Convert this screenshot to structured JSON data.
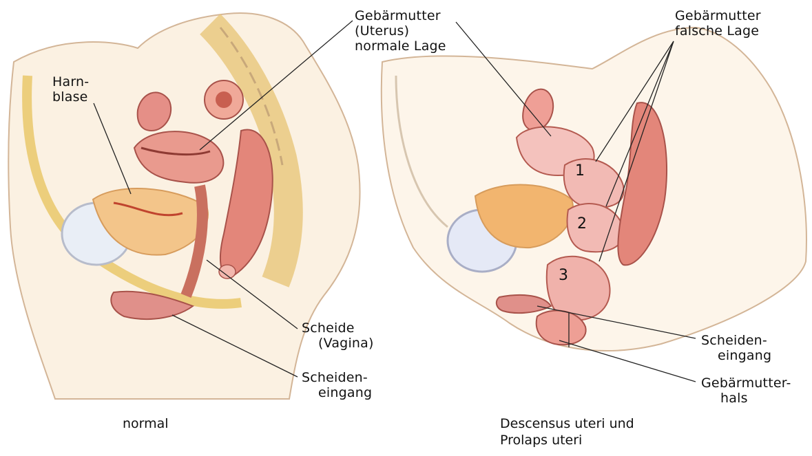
{
  "left_panel": {
    "caption": "normal",
    "labels": {
      "bladder": [
        "Harn-",
        "blase"
      ],
      "uterus_normal": [
        "Gebärmutter",
        "(Uterus)",
        "normale Lage"
      ],
      "vagina": [
        "Scheide",
        "(Vagina)"
      ],
      "vaginal_opening": [
        "Scheiden-",
        "eingang"
      ]
    }
  },
  "right_panel": {
    "caption": [
      "Descensus uteri und",
      "Prolaps uteri"
    ],
    "labels": {
      "uterus_wrong": [
        "Gebärmutter",
        "falsche Lage"
      ],
      "vaginal_opening": [
        "Scheiden-",
        "eingang"
      ],
      "cervix": [
        "Gebärmutter-",
        "hals"
      ]
    },
    "positions": [
      "1",
      "2",
      "3"
    ]
  }
}
